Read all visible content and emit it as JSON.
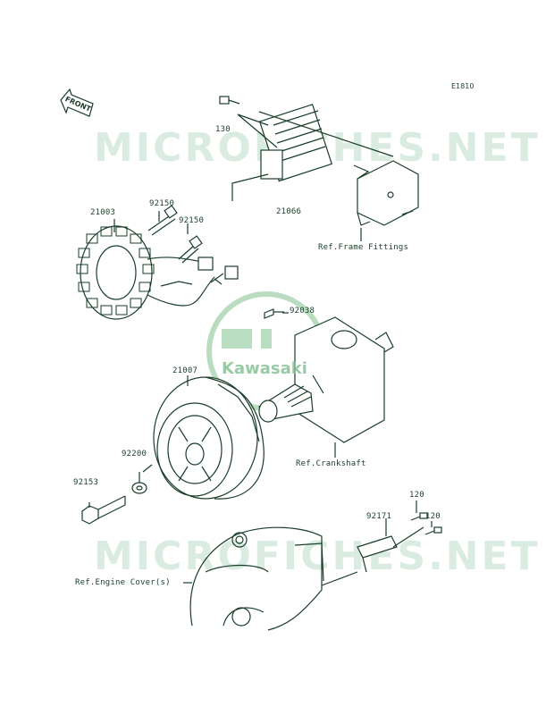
{
  "diagram": {
    "code": "E1810",
    "front_label": "FRONT",
    "watermark_text": "MICROFICHES.NET",
    "brand_text": "Kawasaki",
    "parts": [
      {
        "id": "p130a",
        "number": "130"
      },
      {
        "id": "p21066",
        "number": "21066"
      },
      {
        "id": "p21003",
        "number": "21003"
      },
      {
        "id": "p92150a",
        "number": "92150"
      },
      {
        "id": "p92150b",
        "number": "92150"
      },
      {
        "id": "p92038",
        "number": "92038"
      },
      {
        "id": "p21007",
        "number": "21007"
      },
      {
        "id": "p92200",
        "number": "92200"
      },
      {
        "id": "p92153",
        "number": "92153"
      },
      {
        "id": "p120a",
        "number": "120"
      },
      {
        "id": "p120b",
        "number": "120"
      },
      {
        "id": "p92171",
        "number": "92171"
      }
    ],
    "references": {
      "frame": "Ref.Frame Fittings",
      "crankshaft": "Ref.Crankshaft",
      "engine_cover": "Ref.Engine Cover(s)"
    },
    "colors": {
      "line": "#1a3d2a",
      "watermark": "#d4e8dc",
      "logo": "#7fbf8f"
    }
  }
}
